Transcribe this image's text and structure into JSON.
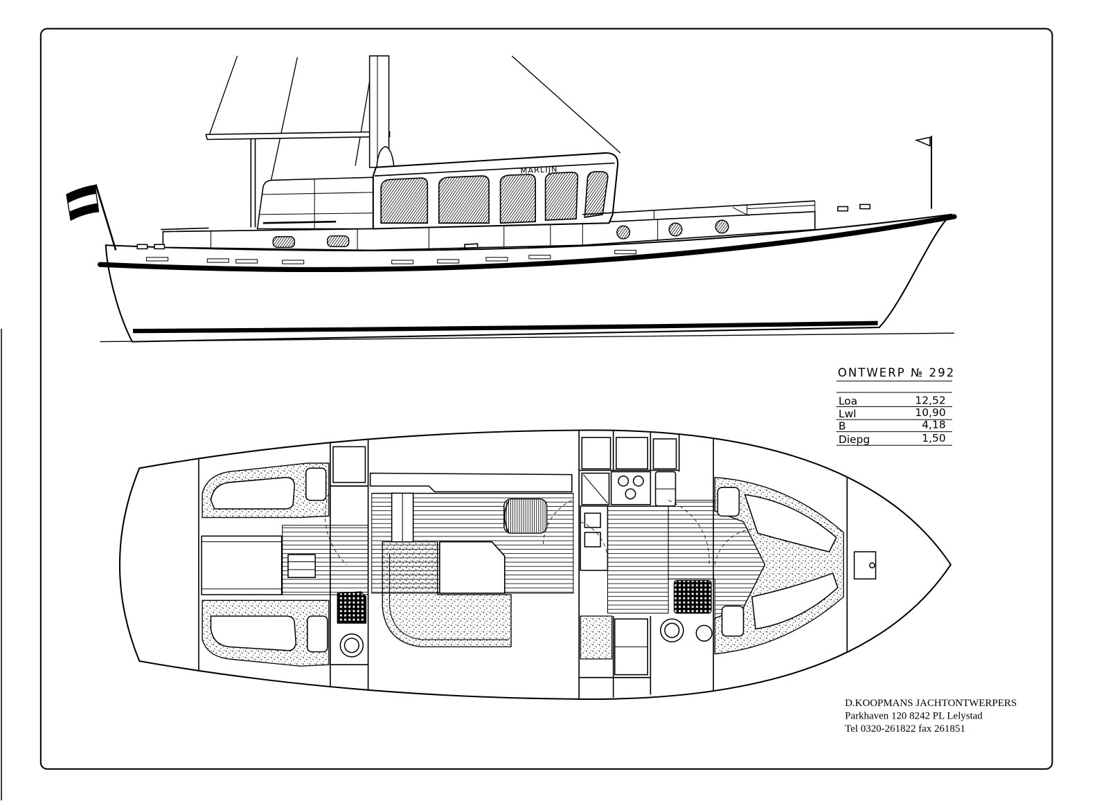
{
  "colors": {
    "ink": "#000000",
    "paper": "#ffffff"
  },
  "profile": {
    "boat_name": "MARLIJN"
  },
  "specs": {
    "title": "ONTWERP № 292",
    "rows": [
      {
        "label": "Loa",
        "value": "12,52"
      },
      {
        "label": "Lwl",
        "value": "10,90"
      },
      {
        "label": "B",
        "value": "4,18"
      },
      {
        "label": "Diepg",
        "value": "1,50"
      }
    ]
  },
  "designer": {
    "name": "D.KOOPMANS JACHTONTWERPERS",
    "address": "Parkhaven 120 8242 PL Lelystad",
    "phone": "Tel 0320-261822 fax 261851"
  }
}
